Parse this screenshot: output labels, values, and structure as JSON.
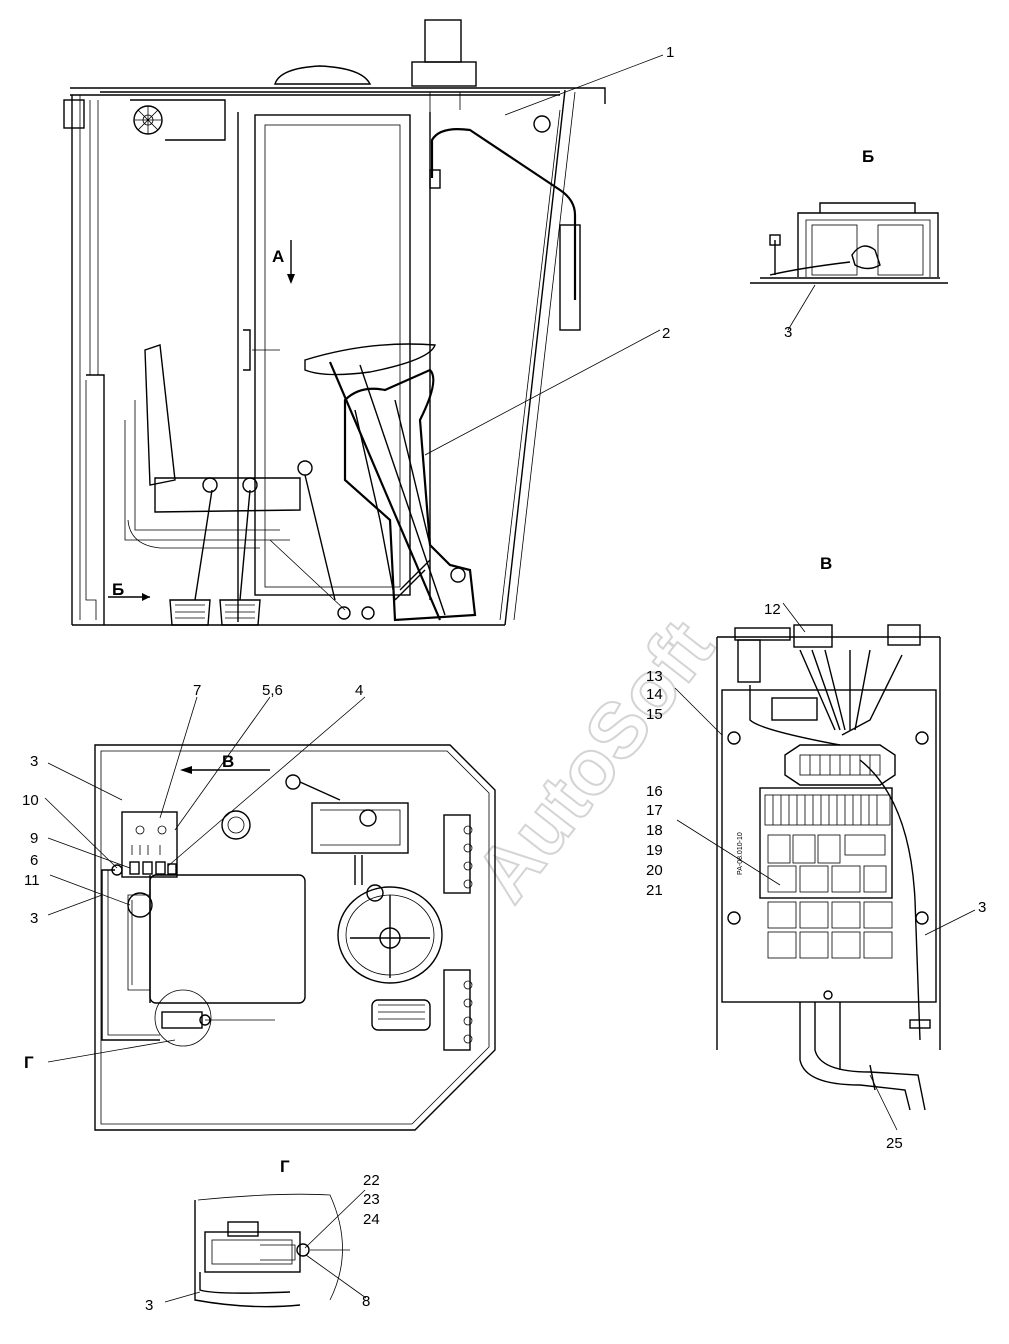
{
  "watermark": "AutoSoft",
  "views": {
    "A": "А",
    "B": "Б",
    "V": "В",
    "G": "Г"
  },
  "callouts": {
    "c1": "1",
    "c2": "2",
    "c3": "3",
    "c4": "4",
    "c5_6": "5,6",
    "c6": "6",
    "c7": "7",
    "c8": "8",
    "c9": "9",
    "c10": "10",
    "c11": "11",
    "c12": "12",
    "c13": "13",
    "c14": "14",
    "c15": "15",
    "c16": "16",
    "c17": "17",
    "c18": "18",
    "c19": "19",
    "c20": "20",
    "c21": "21",
    "c22": "22",
    "c23": "23",
    "c24": "24",
    "c25": "25"
  },
  "panel_marking": "РА-08.010-10"
}
